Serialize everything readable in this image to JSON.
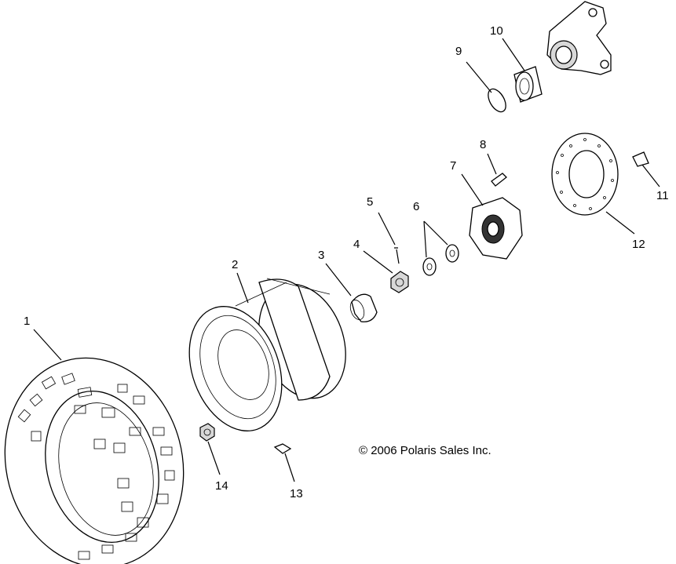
{
  "copyright": "© 2006 Polaris Sales Inc.",
  "callouts": [
    "1",
    "2",
    "3",
    "4",
    "5",
    "6",
    "7",
    "8",
    "9",
    "10",
    "11",
    "12",
    "13",
    "14"
  ],
  "parts": [
    "tire",
    "wheel-rim",
    "cap",
    "nut",
    "cotter-pin",
    "washers",
    "hub",
    "stud",
    "retaining-ring",
    "bearing",
    "bolt",
    "brake-disc",
    "valve-stem",
    "lug-nut",
    "steering-knuckle"
  ]
}
